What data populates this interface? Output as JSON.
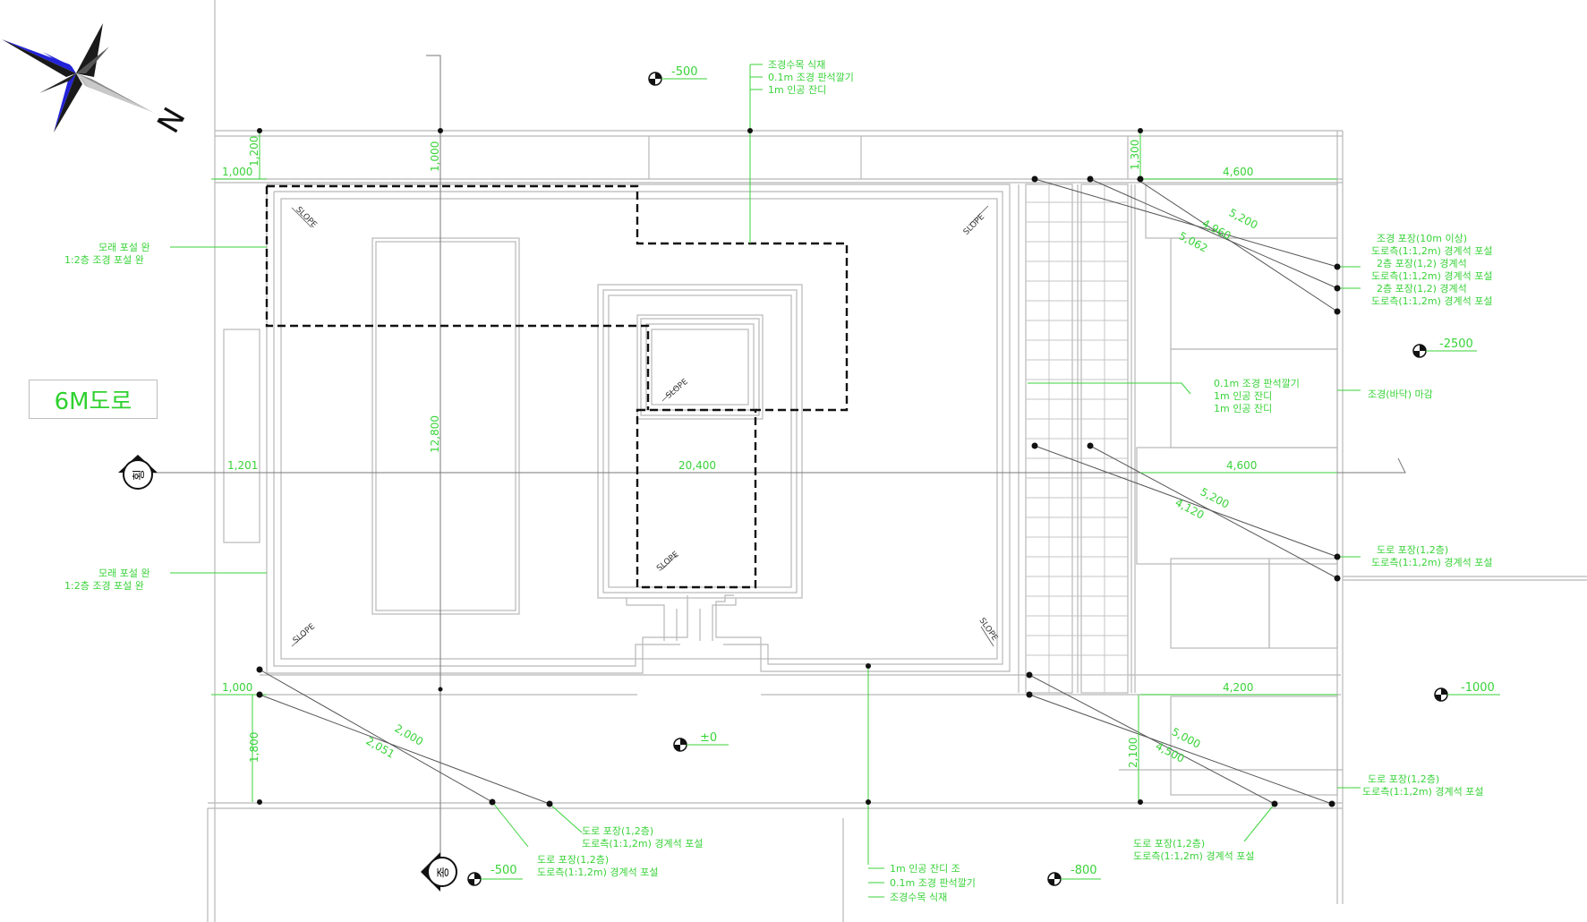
{
  "north_label": "N",
  "road_label": "6M도로",
  "section_markers": {
    "horizontal": "횡",
    "vertical": "종"
  },
  "slope_label": "SLOPE",
  "levels": {
    "top": "-500",
    "right_upper": "-2500",
    "right_lower": "-1000",
    "center": "±0",
    "bottom_left": "-500",
    "bottom_right": "-800"
  },
  "dimensions": {
    "top_left_w": "1,000",
    "top_left_h": "1,200",
    "top_mid_h": "1,000",
    "top_right_h": "1,300",
    "top_right_w": "4,600",
    "left_mid": "1,201",
    "center_w": "20,400",
    "center_h": "12,800",
    "right_mid": "4,600",
    "bottom_left_w": "1,000",
    "bottom_left_h": "1,800",
    "bottom_right_w": "4,200",
    "bottom_right_h": "2,100",
    "diag_tl_a": "2,000",
    "diag_tl_b": "2,051",
    "diag_tr_a": "5,200",
    "diag_tr_b": "4,960",
    "diag_tr_c": "5,062",
    "diag_mr_a": "5,200",
    "diag_mr_b": "4,120",
    "diag_br_a": "5,000",
    "diag_br_b": "4,500"
  },
  "notes": {
    "top": [
      "조경수목 식재",
      "0.1m 조경 판석깔기",
      "1m 인공 잔디"
    ],
    "left_top": [
      "모래 포설 완",
      "1:2층 조경 포설 완"
    ],
    "left_bottom": [
      "모래 포설 완",
      "1:2층 조경 포설 완"
    ],
    "right_1": [
      "조경 포장(10m 이상)",
      "도로측(1:1,2m) 경계석 포설",
      "2층 포장(1,2) 경계석",
      "도로측(1:1,2m) 경계석 포설",
      "2층 포장(1,2) 경계석",
      "도로측(1:1,2m) 경계석 포설"
    ],
    "right_2": [
      "조경(바닥) 마감"
    ],
    "center_right": [
      "0.1m 조경 판석깔기",
      "1m 인공 잔디",
      "1m 인공 잔디"
    ],
    "right_3": [
      "도로 포장(1,2층)",
      "도로측(1:1,2m) 경계석 포설"
    ],
    "right_4": [
      "도로 포장(1,2층)",
      "도로측(1:1,2m) 경계석 포설"
    ],
    "bottom_left": [
      "도로 포장(1,2층)",
      "도로측(1:1,2m) 경계석 포설",
      "도로 포장(1,2층)",
      "도로측(1:1,2m) 경계석 포설"
    ],
    "bottom_center": [
      "1m 인공 잔디 조",
      "0.1m 조경 판석깔기",
      "조경수목 식재"
    ],
    "bottom_right": [
      "도로 포장(1,2층)",
      "도로측(1:1,2m) 경계석 포설"
    ]
  },
  "colors": {
    "annotation": "#39d339",
    "outline": "#b8b8b8",
    "dash": "#111111",
    "compass_blue": "#2323d8",
    "compass_dark": "#1a1a1a",
    "compass_grey": "#8a8a8a"
  }
}
